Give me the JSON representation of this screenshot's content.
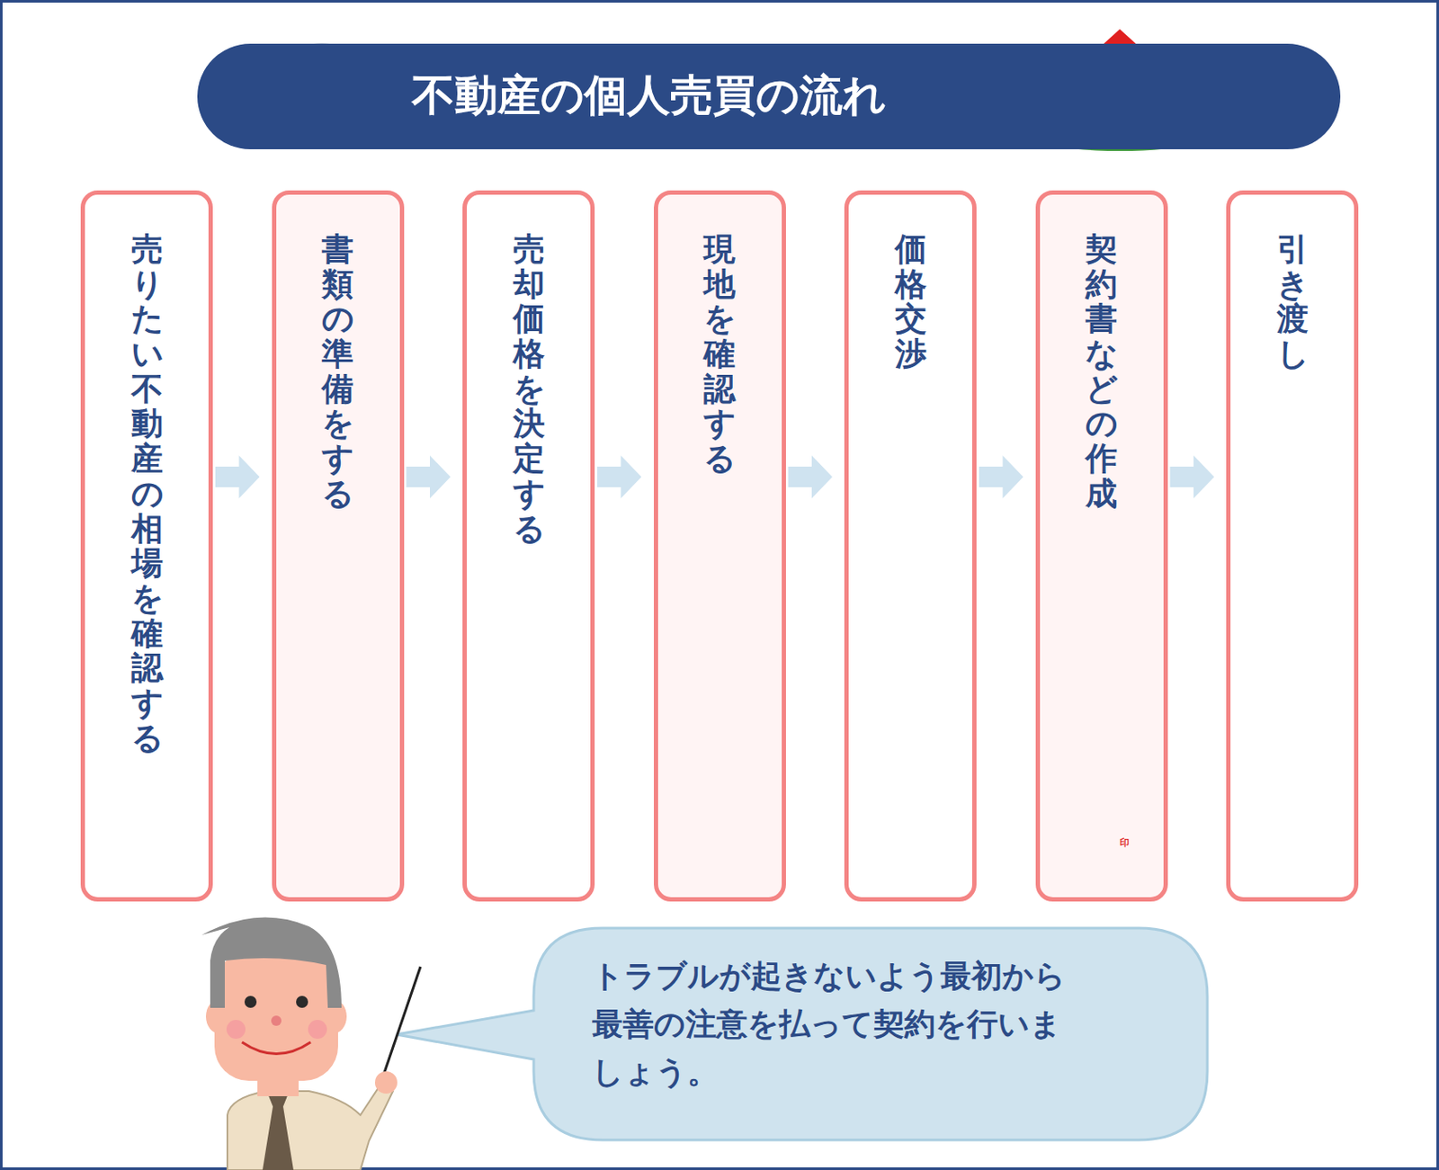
{
  "diagram": {
    "title": "不動産の個人売買の流れ",
    "nodes": [
      {
        "text": [
          "売りたい不動産の相場を確認する"
        ]
      },
      {
        "text": [
          "書類の準備をする"
        ]
      },
      {
        "text": [
          "売却価格を決定する"
        ]
      },
      {
        "text": [
          "現地を確認する"
        ]
      },
      {
        "text": [
          "価格交渉"
        ]
      },
      {
        "text": [
          "契約書などの作成"
        ]
      },
      {
        "text": [
          "引き渡し"
        ]
      },
      {
        "text": [
          "トラブルが起きないよう最初から 最善の注意を払って契約を行いま しょう。"
        ]
      }
    ],
    "edges": [
      {
        "from": 0,
        "to": 1,
        "arrow": "to"
      },
      {
        "from": 1,
        "to": 2,
        "arrow": "to"
      },
      {
        "from": 2,
        "to": 3,
        "arrow": "to"
      },
      {
        "from": 3,
        "to": 4,
        "arrow": "to"
      },
      {
        "from": 4,
        "to": 5,
        "arrow": "to"
      },
      {
        "from": 5,
        "to": 6,
        "arrow": "to"
      }
    ],
    "labels": [
      "印"
    ]
  }
}
